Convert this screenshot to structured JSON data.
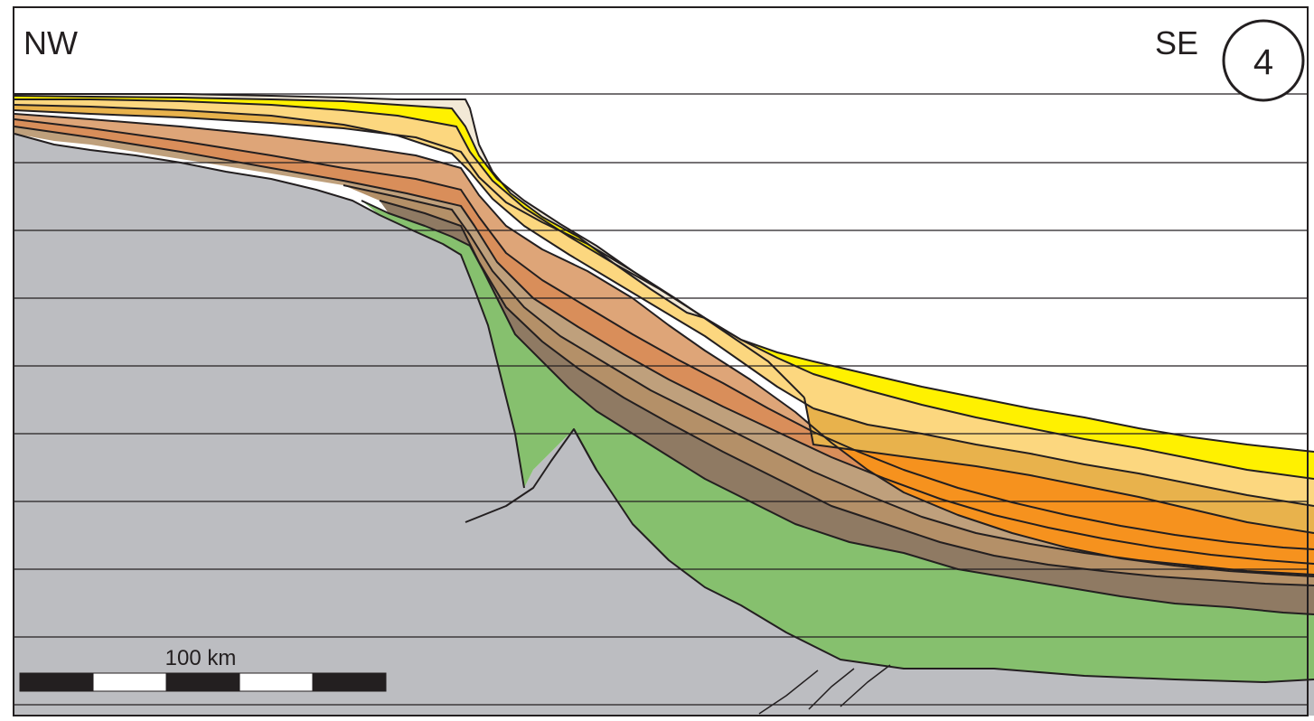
{
  "section": {
    "left_label": "NW",
    "right_label": "SE",
    "panel_number": "4"
  },
  "scale_bar": {
    "label": "100 km",
    "segments": 5
  },
  "colors": {
    "basement": "#bcbdc1",
    "rift_fill": "#86c06e",
    "unit_brown_dark": "#8f7a63",
    "unit_brown_mid": "#b49068",
    "unit_tan": "#bfa07c",
    "unit_rust": "#d98e5a",
    "unit_salmon": "#dea578",
    "unit_orange": "#f6921e",
    "unit_gold": "#e8b24c",
    "unit_pale_orange": "#fcd77f",
    "unit_yellow": "#fff100",
    "unit_cream": "#f2e9d6",
    "outline": "#231f20"
  }
}
